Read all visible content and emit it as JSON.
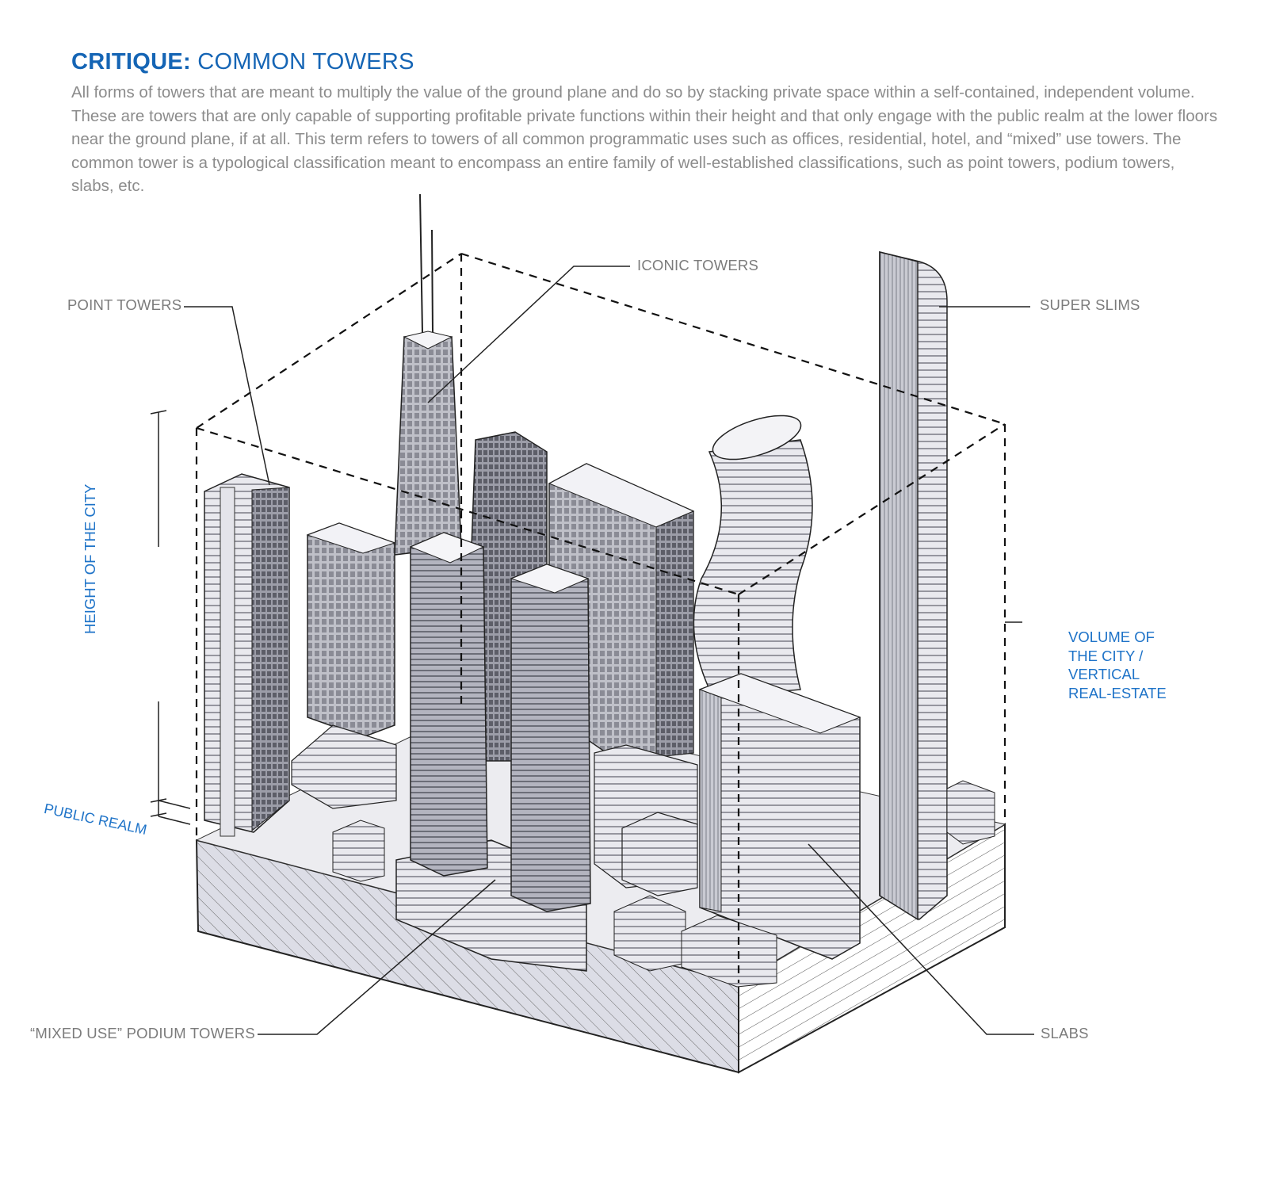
{
  "title": {
    "bold": "CRITIQUE:",
    "light": " COMMON TOWERS"
  },
  "description": "All forms of towers that are meant to multiply the value of the ground plane and do so by stacking private space within a self-contained, independent volume. These are towers that are only capable of supporting profitable private functions within their height and that only engage with the public realm at the lower floors near the ground plane, if at all. This term refers to towers of all common programmatic uses such as offices, residential, hotel, and “mixed” use towers.  The common tower is a typological classification meant to encompass an entire family of well-established classifications, such as point towers, podium towers, slabs, etc.",
  "labels": {
    "point_towers": "POINT TOWERS",
    "iconic_towers": "ICONIC TOWERS",
    "super_slims": "SUPER SLIMS",
    "mixed_use": "“MIXED USE” PODIUM TOWERS",
    "slabs": "SLABS",
    "height_of_city": "HEIGHT OF THE CITY",
    "public_realm": "PUBLIC REALM",
    "volume_line1": "VOLUME OF",
    "volume_line2": "THE CITY /",
    "volume_line3": "VERTICAL",
    "volume_line4": "REAL-ESTATE"
  },
  "colors": {
    "accent_blue": "#1e73c8",
    "title_blue": "#1565b5",
    "text_gray": "#8c8c8c"
  }
}
